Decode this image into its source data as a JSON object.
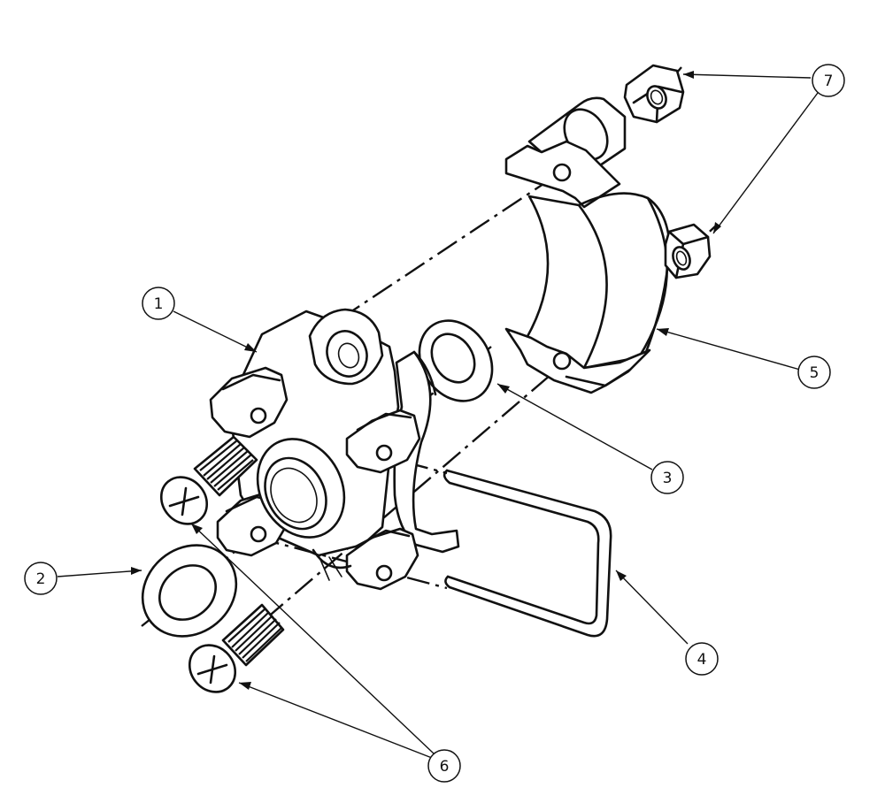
{
  "callouts": [
    {
      "id": "1",
      "label": "1"
    },
    {
      "id": "2",
      "label": "2"
    },
    {
      "id": "3",
      "label": "3"
    },
    {
      "id": "4",
      "label": "4"
    },
    {
      "id": "5",
      "label": "5"
    },
    {
      "id": "6",
      "label": "6"
    },
    {
      "id": "7",
      "label": "7"
    }
  ],
  "parts": [
    {
      "callout": "1",
      "icon": "saddle-body-icon"
    },
    {
      "callout": "2",
      "icon": "washer-icon"
    },
    {
      "callout": "3",
      "icon": "gasket-ring-icon"
    },
    {
      "callout": "4",
      "icon": "u-bolt-icon"
    },
    {
      "callout": "5",
      "icon": "clamp-strap-icon"
    },
    {
      "callout": "6",
      "icon": "screw-icon"
    },
    {
      "callout": "7",
      "icon": "hex-nut-icon"
    }
  ],
  "colors": {
    "line": "#111111",
    "background": "#ffffff"
  }
}
